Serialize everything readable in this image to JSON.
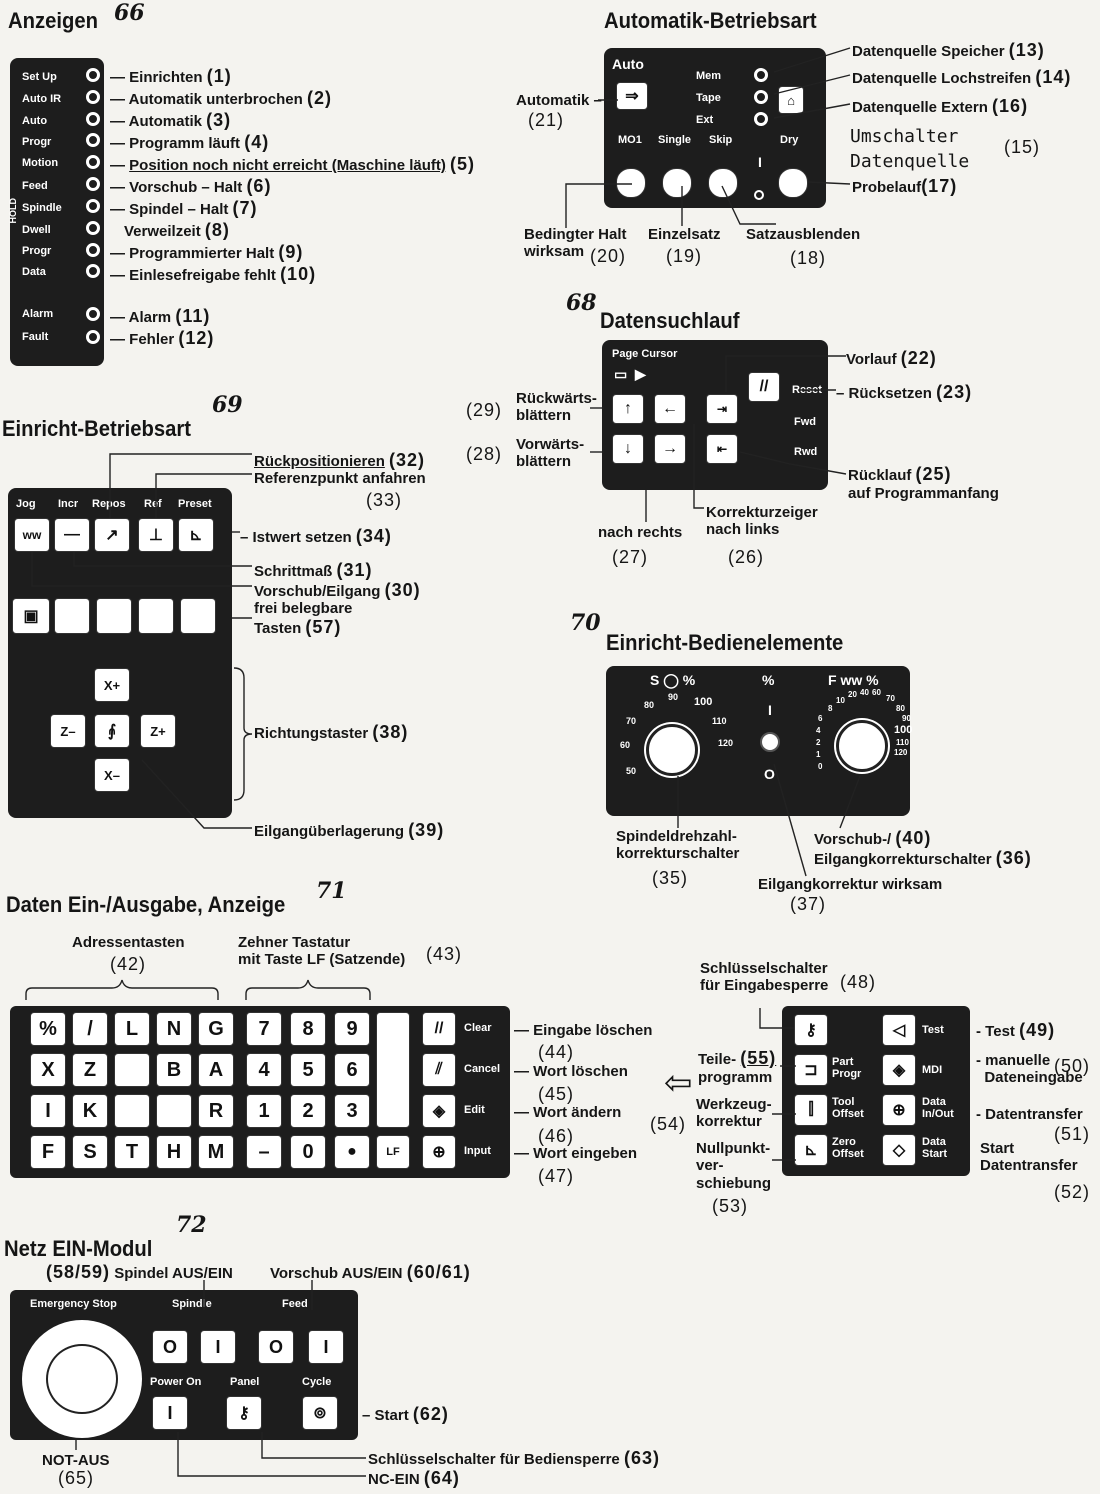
{
  "page_marks": {
    "m1": "66",
    "m2": "68",
    "m3": "69",
    "m4": "70",
    "m5": "71",
    "m6": "72"
  },
  "anzeigen": {
    "title": "Anzeigen",
    "panel": [
      "Set Up",
      "Auto IR",
      "Auto",
      "Progr",
      "Motion",
      "Feed",
      "Spindle",
      "Dwell",
      "Progr",
      "Data",
      "Alarm",
      "Fault"
    ],
    "side": "HOLD",
    "labels": [
      {
        "t": "Einrichten",
        "n": "(1)"
      },
      {
        "t": "Automatik unterbrochen",
        "n": "(2)"
      },
      {
        "t": "Automatik",
        "n": "(3)"
      },
      {
        "t": "Programm läuft",
        "n": "(4)"
      },
      {
        "t": "Position noch nicht erreicht (Maschine läuft)",
        "n": "(5)"
      },
      {
        "t": "Vorschub – Halt",
        "n": "(6)"
      },
      {
        "t": "Spindel – Halt",
        "n": "(7)"
      },
      {
        "t": "Verweilzeit",
        "n": "(8)"
      },
      {
        "t": "Programmierter Halt",
        "n": "(9)"
      },
      {
        "t": "Einlesefreigabe fehlt",
        "n": "(10)"
      },
      {
        "t": "Alarm",
        "n": "(11)"
      },
      {
        "t": "Fehler",
        "n": "(12)"
      }
    ]
  },
  "automatik": {
    "title": "Automatik-Betriebsart",
    "panel": {
      "auto": "Auto",
      "mem": "Mem",
      "tape": "Tape",
      "ext": "Ext",
      "mo1": "MO1",
      "single": "Single",
      "skip": "Skip",
      "dry": "Dry",
      "one": "I"
    },
    "l13": "Datenquelle Speicher",
    "n13": "(13)",
    "l14": "Datenquelle Lochstreifen",
    "n14": "(14)",
    "l16": "Datenquelle Extern",
    "n16": "(16)",
    "l15a": "Umschalter",
    "l15b": "Datenquelle",
    "n15": "(15)",
    "l17": "Probelauf",
    "n17": "(17)",
    "l21": "Automatik",
    "n21": "(21)",
    "l20a": "Bedingter Halt",
    "l20b": "wirksam",
    "n20": "(20)",
    "l19": "Einzelsatz",
    "n19": "(19)",
    "l18": "Satzausblenden",
    "n18": "(18)"
  },
  "datensuch": {
    "title": "Datensuchlauf",
    "panel": {
      "pc": "Page Cursor",
      "reset": "Reset",
      "fwd": "Fwd",
      "rwd": "Rwd"
    },
    "l22": "Vorlauf",
    "n22": "(22)",
    "l23": "Rücksetzen",
    "n23": "(23)",
    "l29a": "Rückwärts-",
    "l29b": "blättern",
    "n29": "(29)",
    "l28a": "Vorwärts-",
    "l28b": "blättern",
    "n28": "(28)",
    "l25a": "Rücklauf",
    "n25": "(25)",
    "l25b": "auf Programmanfang",
    "l26a": "Korrekturzeiger",
    "l26b": "nach links",
    "n26": "(26)",
    "l27": "nach rechts",
    "n27": "(27)"
  },
  "einricht": {
    "title": "Einricht-Betriebsart",
    "panel": {
      "jog": "Jog",
      "incr": "Incr",
      "repos": "Repos",
      "ref": "Ref",
      "preset": "Preset",
      "xp": "X+",
      "xm": "X–",
      "zm": "Z–",
      "zp": "Z+"
    },
    "l32": "Rückpositionieren",
    "n32": "(32)",
    "l33": "Referenzpunkt anfahren",
    "n33": "(33)",
    "l34": "Istwert setzen",
    "n34": "(34)",
    "l31": "Schrittmaß",
    "n31": "(31)",
    "l30": "Vorschub/Eilgang",
    "n30": "(30)",
    "l57a": "frei belegbare",
    "l57b": "Tasten",
    "n57": "(57)",
    "l38": "Richtungstaster",
    "n38": "(38)",
    "l39": "Eilgangüberlagerung",
    "n39": "(39)"
  },
  "bedien": {
    "title": "Einricht-Bedienelemente",
    "panel": {
      "s": "S",
      "pct": "%",
      "f": "F",
      "one": "I",
      "zero": "O",
      "dial1": [
        "50",
        "60",
        "70",
        "80",
        "90",
        "100",
        "110",
        "120"
      ],
      "dial2": [
        "0",
        "1",
        "2",
        "4",
        "6",
        "8",
        "10",
        "20",
        "40",
        "60",
        "70",
        "80",
        "90",
        "100",
        "110",
        "120"
      ]
    },
    "l35a": "Spindeldrehzahl-",
    "l35b": "korrekturschalter",
    "n35": "(35)",
    "l40": "Vorschub-/",
    "n40": "(40)",
    "l36": "Eilgangkorrekturschalter",
    "n36": "(36)",
    "l37": "Eilgangkorrektur wirksam",
    "n37": "(37)"
  },
  "daten": {
    "title": "Daten Ein-/Ausgabe, Anzeige",
    "l42": "Adressentasten",
    "n42": "(42)",
    "l43a": "Zehner Tastatur",
    "l43b": "mit Taste LF (Satzende)",
    "n43": "(43)",
    "keys_r1": [
      "%",
      "/",
      "L",
      "N",
      "G"
    ],
    "keys_r2": [
      "X",
      "Z",
      "",
      "B",
      "A"
    ],
    "keys_r3": [
      "I",
      "K",
      "",
      "",
      "R"
    ],
    "keys_r4": [
      "F",
      "S",
      "T",
      "H",
      "M"
    ],
    "num_r1": [
      "7",
      "8",
      "9"
    ],
    "num_r2": [
      "4",
      "5",
      "6"
    ],
    "num_r3": [
      "1",
      "2",
      "3"
    ],
    "num_r4": [
      "–",
      "0",
      "●"
    ],
    "lf": "LF",
    "func": [
      "Clear",
      "Cancel",
      "Edit",
      "Input"
    ],
    "l44": "Eingabe löschen",
    "n44": "(44)",
    "l45": "Wort löschen",
    "n45": "(45)",
    "l46": "Wort ändern",
    "n46": "(46)",
    "l47": "Wort eingeben",
    "n47": "(47)"
  },
  "mdi": {
    "panel": {
      "part": "Part",
      "progr": "Progr",
      "tool": "Tool",
      "offset": "Offset",
      "zero": "Zero",
      "offset2": "Offset",
      "test": "Test",
      "mdi": "MDI",
      "data": "Data",
      "inout": "In/Out",
      "data2": "Data",
      "start": "Start"
    },
    "l48a": "Schlüsselschalter",
    "l48b": "für Eingabesperre",
    "n48": "(48)",
    "l55a": "Teile-",
    "n55": "(55)",
    "l55b": "programm",
    "l54a": "Werkzeug-",
    "l54b": "korrektur",
    "n54": "(54)",
    "l53a": "Nullpunkt-",
    "l53b": "ver-",
    "l53c": "schiebung",
    "n53": "(53)",
    "l49": "Test",
    "n49": "(49)",
    "l50a": "manuelle",
    "l50b": "Dateneingabe",
    "n50": "(50)",
    "l51": "Datentransfer",
    "n51": "(51)",
    "l52a": "Start",
    "l52b": "Datentransfer",
    "n52": "(52)"
  },
  "netz": {
    "title": "Netz EIN-Modul",
    "n5859": "(58/59)",
    "l5859": "Spindel AUS/EIN",
    "l6061": "Vorschub AUS/EIN",
    "n6061": "(60/61)",
    "panel": {
      "estop": "Emergency Stop",
      "spindle": "Spindle",
      "feed": "Feed",
      "power": "Power On",
      "panel": "Panel",
      "cycle": "Cycle",
      "o": "O",
      "i": "I"
    },
    "l62": "Start",
    "n62": "(62)",
    "l63": "Schlüsselschalter für Bediensperre",
    "n63": "(63)",
    "l64": "NC-EIN",
    "n64": "(64)",
    "l65": "NOT-AUS",
    "n65": "(65)"
  }
}
